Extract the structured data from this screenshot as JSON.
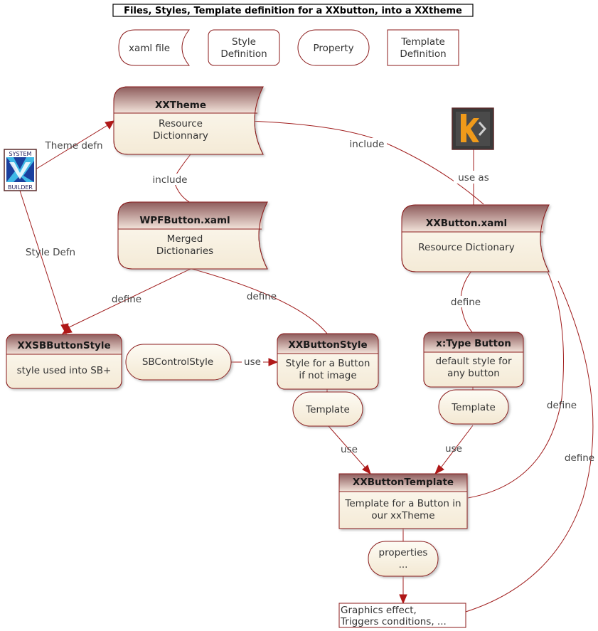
{
  "title": "Files, Styles, Template definition for a XXbutton, into a XXtheme",
  "legend": {
    "xaml_file": "xaml file",
    "style_def_1": "Style",
    "style_def_2": "Definition",
    "property": "Property",
    "template_def_1": "Template",
    "template_def_2": "Definition"
  },
  "nodes": {
    "xxtheme": {
      "header": "XXTheme",
      "line1": "Resource",
      "line2": "Dictionnary"
    },
    "wpfbutton": {
      "header": "WPFButton.xaml",
      "line1": "Merged",
      "line2": "Dictionaries"
    },
    "xxbutton_xaml": {
      "header": "XXButton.xaml",
      "line1": "Resource Dictionary"
    },
    "xxsbbuttonstyle": {
      "header": "XXSBButtonStyle",
      "line1": "style used into SB+"
    },
    "sbcontrolstyle": {
      "label": "SBControlStyle"
    },
    "xxbuttonstyle": {
      "header": "XXButtonStyle",
      "line1": "Style for a Button",
      "line2": "if not image"
    },
    "xtypebutton": {
      "header": "x:Type Button",
      "line1": "default style for",
      "line2": "any button"
    },
    "template_left": {
      "label": "Template"
    },
    "template_right": {
      "label": "Template"
    },
    "xxbuttontemplate": {
      "header": "XXButtonTemplate",
      "line1": "Template for a Button in",
      "line2": "our xxTheme"
    },
    "properties": {
      "line1": "properties",
      "line2": "..."
    },
    "graphics": {
      "line1": "Graphics effect,",
      "line2": "Triggers conditions, ..."
    }
  },
  "icons": {
    "system_builder": {
      "top": "SYSTEM",
      "bottom": "BUILDER"
    },
    "k_logo": "k-logo-icon"
  },
  "edges": {
    "theme_defn": "Theme defn",
    "style_defn": "Style Defn",
    "include_theme_wpf": "include",
    "include_theme_xxbutton": "include",
    "use_as": "use as",
    "define_left": "define",
    "define_right": "define",
    "define_xtype": "define",
    "use_sbcontrol": "use",
    "use_template_left": "use",
    "use_template_right": "use",
    "define_template": "define",
    "define_graphics": "define"
  },
  "colors": {
    "header_top": "#9a6a6a",
    "header_bottom": "#f3e6dc",
    "body_fill": "#fbf6e9",
    "border": "#8b1a1a",
    "edge": "#a01c1c"
  }
}
